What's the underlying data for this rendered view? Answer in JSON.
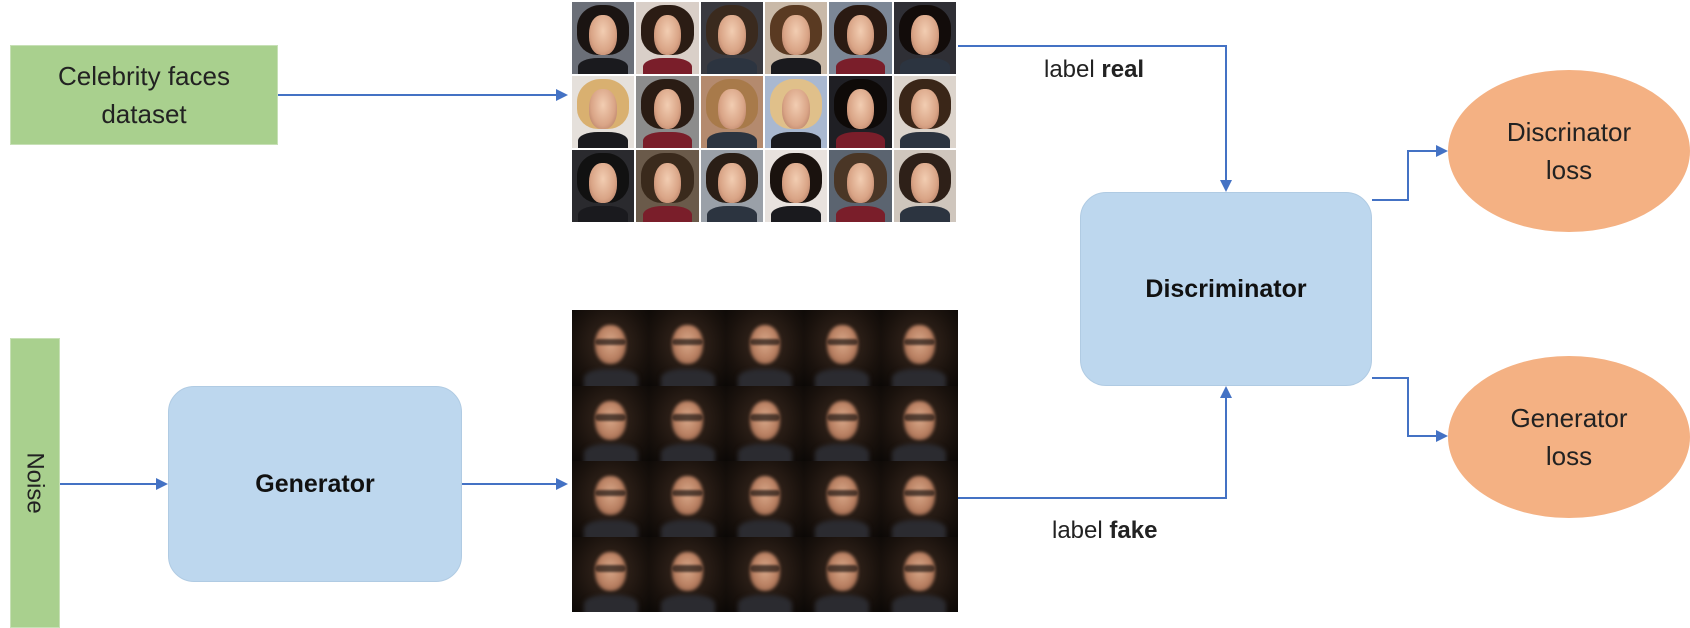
{
  "nodes": {
    "dataset": "Celebrity faces\ndataset",
    "noise": "Noise",
    "generator": "Generator",
    "discriminator": "Discriminator",
    "discriminator_loss": "Discrinator\nloss",
    "generator_loss": "Generator\nloss"
  },
  "edge_labels": {
    "real_prefix": "label ",
    "real_word": "real",
    "fake_prefix": "label ",
    "fake_word": "fake"
  },
  "colors": {
    "input_box": "#a9d08e",
    "model_box": "#bdd7ee",
    "loss_oval": "#f4b183",
    "arrow": "#4472c4"
  },
  "images": {
    "real_faces_grid": "photo-collage-real-celebrity-faces",
    "generated_faces_grid": "generated-blurry-faces-4x5"
  }
}
